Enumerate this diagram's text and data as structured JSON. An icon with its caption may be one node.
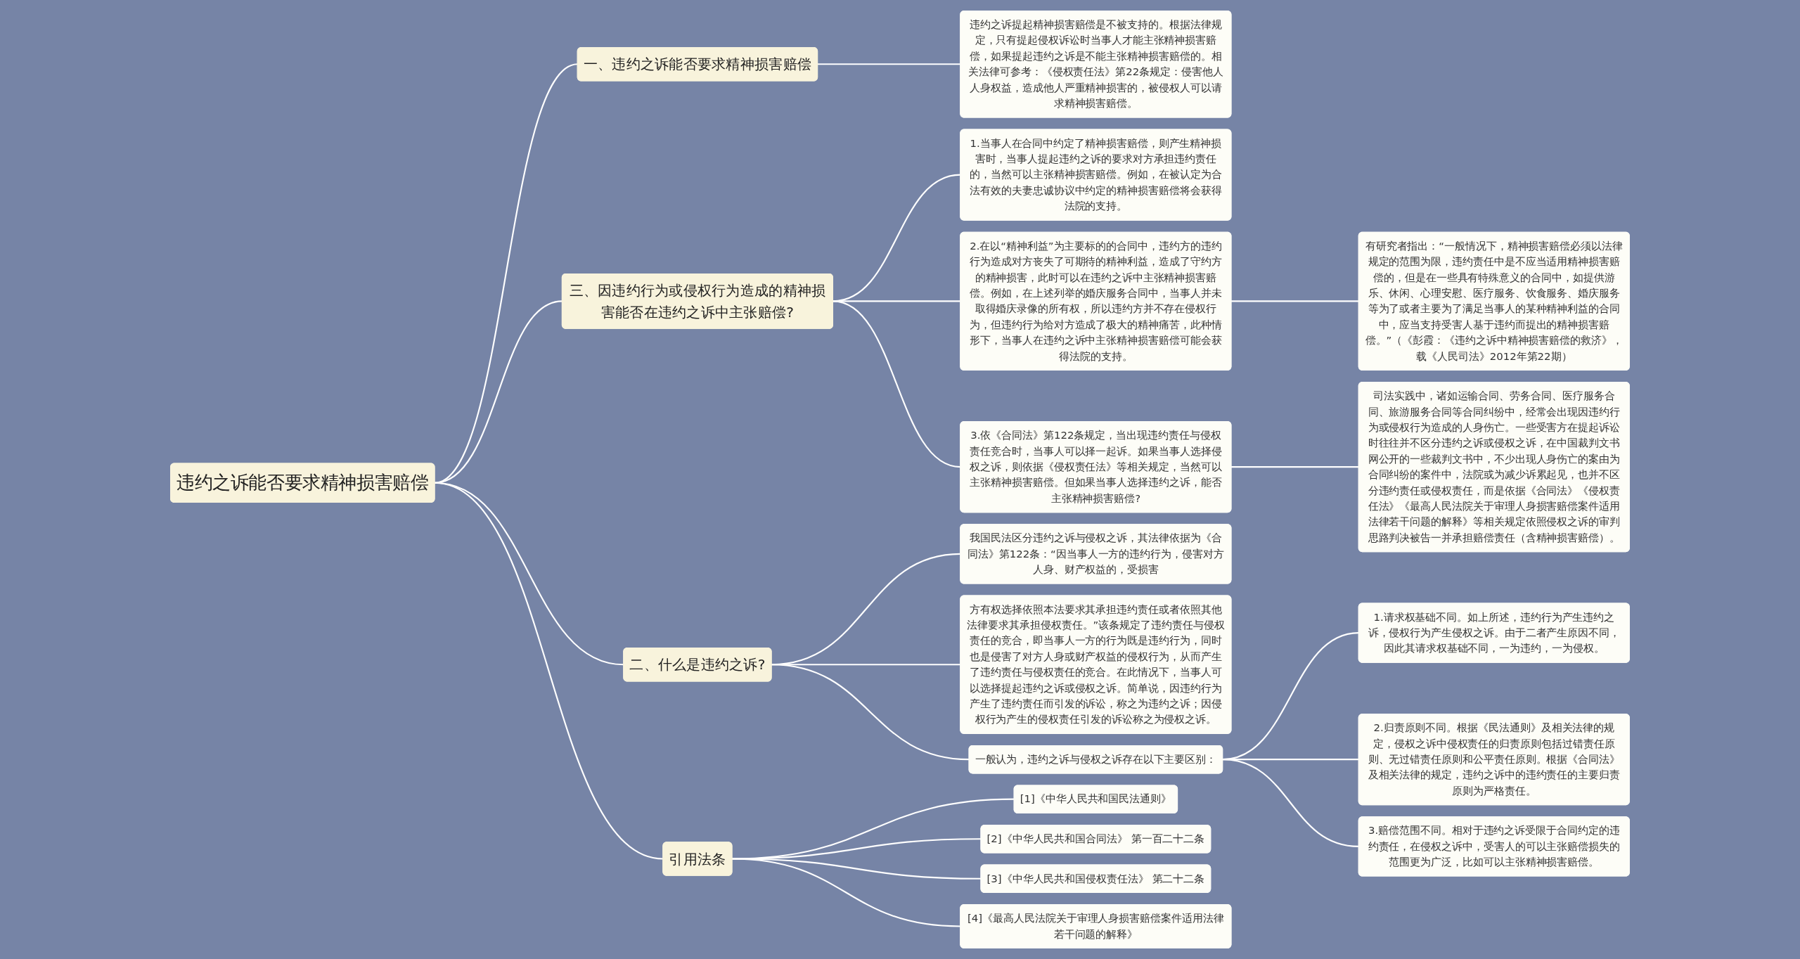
{
  "diagram": {
    "nodes": [
      {
        "text": [
          "违约之诉能否要求精神损害赔偿"
        ]
      },
      {
        "text": [
          "一、违约之诉能否要求精神损害赔偿"
        ]
      },
      {
        "text": [
          "违约之诉提起精神损害赔偿是不被支持的。根据法律规定，只有提起侵权诉讼时当事人才能主张精神损害赔偿，如果提起违约之诉是不能主张精神损害赔偿的。相关法律可参考：《侵权责任法》第22条规定：侵害他人人身权益，造成他人严重精神损害的，被侵权人可以请求精神损害赔偿。"
        ]
      },
      {
        "text": [
          "三、因违约行为或侵权行为造成的精神损害能否在违约之诉中主张赔偿?"
        ]
      },
      {
        "text": [
          "1.当事人在合同中约定了精神损害赔偿，则产生精神损害时，当事人提起违约之诉的要求对方承担违约责任的，当然可以主张精神损害赔偿。例如，在被认定为合法有效的夫妻忠诚协议中约定的精神损害赔偿将会获得法院的支持。"
        ]
      },
      {
        "text": [
          "2.在以“精神利益”为主要标的的合同中，违约方的违约行为造成对方丧失了可期待的精神利益，造成了守约方的精神损害，此时可以在违约之诉中主张精神损害赔偿。例如，在上述列举的婚庆服务合同中，当事人并未取得婚庆录像的所有权，所以违约方并不存在侵权行为，但违约行为给对方造成了极大的精神痛苦，此种情形下，当事人在违约之诉中主张精神损害赔偿可能会获得法院的支持。"
        ]
      },
      {
        "text": [
          "有研究者指出：“一般情况下，精神损害赔偿必须以法律规定的范围为限，违约责任中是不应当适用精神损害赔偿的，但是在一些具有特殊意义的合同中，如提供游乐、休闲、心理安慰、医疗服务、饮食服务、婚庆服务等为了或者主要为了满足当事人的某种精神利益的合同中，应当支持受害人基于违约而提出的精神损害赔偿。”（《彭霞：《违约之诉中精神损害赔偿的救济》，载《人民司法》2012年第22期）"
        ]
      },
      {
        "text": [
          "3.依《合同法》第122条规定，当出现违约责任与侵权责任竞合时，当事人可以择一起诉。如果当事人选择侵权之诉，则依据《侵权责任法》等相关规定，当然可以主张精神损害赔偿。但如果当事人选择违约之诉，能否主张精神损害赔偿?"
        ]
      },
      {
        "text": [
          "司法实践中，诸如运输合同、劳务合同、医疗服务合同、旅游服务合同等合同纠纷中，经常会出现因违约行为或侵权行为造成的人身伤亡。一些受害方在提起诉讼时往往并不区分违约之诉或侵权之诉，在中国裁判文书网公开的一些裁判文书中，不少出现人身伤亡的案由为合同纠纷的案件中，法院或为减少诉累起见，也并不区分违约责任或侵权责任，而是依据《合同法》《侵权责任法》《最高人民法院关于审理人身损害赔偿案件适用法律若干问题的解释》等相关规定依照侵权之诉的审判思路判决被告一并承担赔偿责任（含精神损害赔偿）。"
        ]
      },
      {
        "text": [
          "二、什么是违约之诉?"
        ]
      },
      {
        "text": [
          "我国民法区分违约之诉与侵权之诉，其法律依据为《合同法》第122条：“因当事人一方的违约行为，侵害对方人身、财产权益的，受损害"
        ]
      },
      {
        "text": [
          "方有权选择依照本法要求其承担违约责任或者依照其他法律要求其承担侵权责任。”该条规定了违约责任与侵权责任的竞合，即当事人一方的行为既是违约行为，同时也是侵害了对方人身或财产权益的侵权行为，从而产生了违约责任与侵权责任的竞合。在此情况下，当事人可以选择提起违约之诉或侵权之诉。简单说，因违约行为产生了违约责任而引发的诉讼，称之为违约之诉；因侵权行为产生的侵权责任引发的诉讼称之为侵权之诉。"
        ]
      },
      {
        "text": [
          "一般认为，违约之诉与侵权之诉存在以下主要区别："
        ]
      },
      {
        "text": [
          "1.请求权基础不同。如上所述，违约行为产生违约之诉，侵权行为产生侵权之诉。由于二者产生原因不同，因此其请求权基础不同，一为违约，一为侵权。"
        ]
      },
      {
        "text": [
          "2.归责原则不同。根据《民法通则》及相关法律的规定，侵权之诉中侵权责任的归责原则包括过错责任原则、无过错责任原则和公平责任原则。根据《合同法》及相关法律的规定，违约之诉中的违约责任的主要归责原则为严格责任。"
        ]
      },
      {
        "text": [
          "3.赔偿范围不同。相对于违约之诉受限于合同约定的违约责任，在侵权之诉中，受害人的可以主张赔偿损失的范围更为广泛，比如可以主张精神损害赔偿。"
        ]
      },
      {
        "text": [
          "引用法条"
        ]
      },
      {
        "text": [
          "[1]《中华人民共和国民法通则》"
        ]
      },
      {
        "text": [
          "[2]《中华人民共和国合同法》 第一百二十二条"
        ]
      },
      {
        "text": [
          "[3]《中华人民共和国侵权责任法》 第二十二条"
        ]
      },
      {
        "text": [
          "[4]《最高人民法院关于审理人身损害赔偿案件适用法律若干问题的解释》"
        ]
      }
    ],
    "edges": [
      {
        "from": 0,
        "to": 1,
        "arrow": "none"
      },
      {
        "from": 1,
        "to": 2,
        "arrow": "none"
      },
      {
        "from": 0,
        "to": 3,
        "arrow": "none"
      },
      {
        "from": 3,
        "to": 4,
        "arrow": "none"
      },
      {
        "from": 3,
        "to": 5,
        "arrow": "none"
      },
      {
        "from": 5,
        "to": 6,
        "arrow": "none"
      },
      {
        "from": 3,
        "to": 7,
        "arrow": "none"
      },
      {
        "from": 7,
        "to": 8,
        "arrow": "none"
      },
      {
        "from": 0,
        "to": 9,
        "arrow": "none"
      },
      {
        "from": 9,
        "to": 10,
        "arrow": "none"
      },
      {
        "from": 9,
        "to": 11,
        "arrow": "none"
      },
      {
        "from": 9,
        "to": 12,
        "arrow": "none"
      },
      {
        "from": 12,
        "to": 13,
        "arrow": "none"
      },
      {
        "from": 12,
        "to": 14,
        "arrow": "none"
      },
      {
        "from": 12,
        "to": 15,
        "arrow": "none"
      },
      {
        "from": 0,
        "to": 16,
        "arrow": "none"
      },
      {
        "from": 16,
        "to": 17,
        "arrow": "none"
      },
      {
        "from": 16,
        "to": 18,
        "arrow": "none"
      },
      {
        "from": 16,
        "to": 19,
        "arrow": "none"
      },
      {
        "from": 16,
        "to": 20,
        "arrow": "none"
      }
    ]
  }
}
